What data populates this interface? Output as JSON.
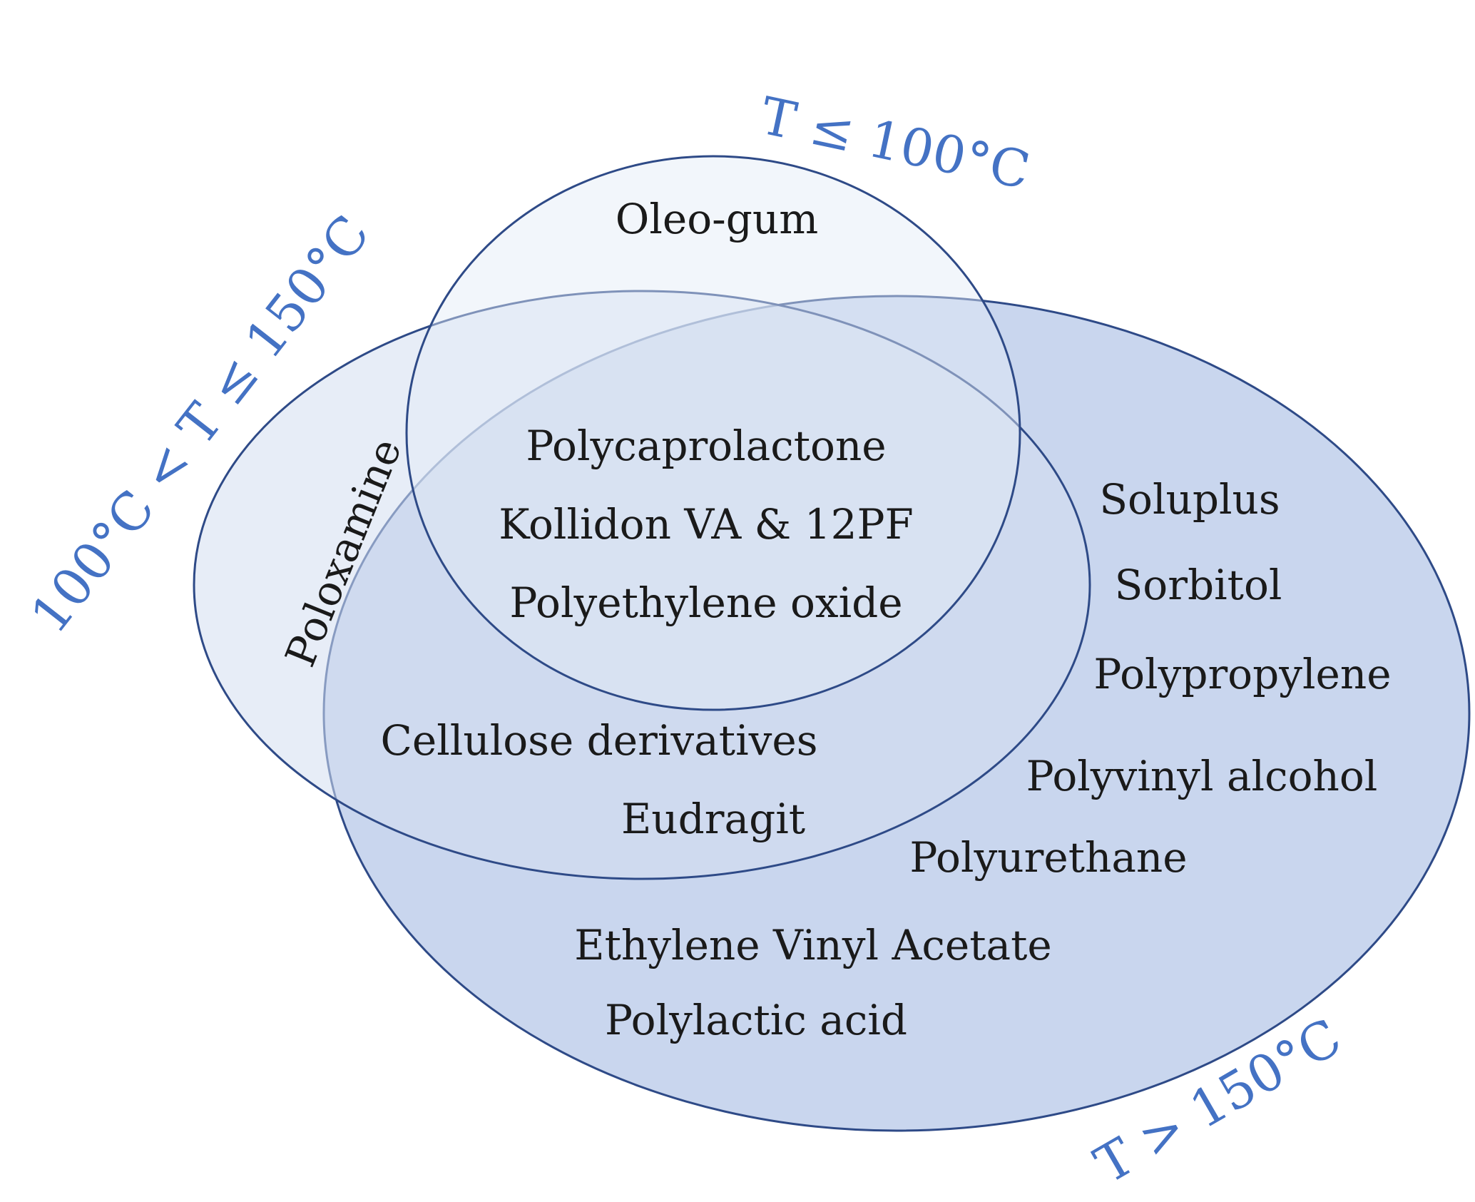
{
  "colors": {
    "set_label": "#4472c4",
    "outline": "#2e4a87",
    "fill_low": "#dfe7f4",
    "fill_mid": "#c9d6ee",
    "fill_high": "#b4c6e7",
    "text": "#1a1a1a"
  },
  "sets": {
    "low": {
      "label": "T ≤ 100°C"
    },
    "mid": {
      "label": "100°C < T ≤ 150°C"
    },
    "high": {
      "label": "T > 150°C"
    }
  },
  "regions": {
    "low_only": [
      "Oleo-gum"
    ],
    "mid_only": [
      "Poloxamine"
    ],
    "all_three": [
      "Polycaprolactone",
      "Kollidon VA & 12PF",
      "Polyethylene oxide"
    ],
    "mid_and_high": [
      "Cellulose derivatives",
      "Eudragit"
    ],
    "high_only": [
      "Soluplus",
      "Sorbitol",
      "Polypropylene",
      "Polyvinyl alcohol",
      "Polyurethane",
      "Ethylene Vinyl Acetate",
      "Polylactic acid"
    ]
  }
}
